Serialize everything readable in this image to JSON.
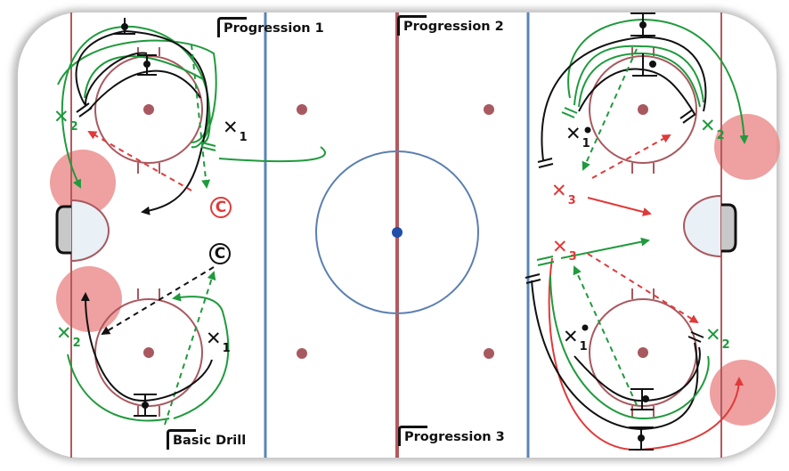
{
  "rink": {
    "colors": {
      "boards": "#d4d4d4",
      "red_line": "#b25a5f",
      "blue_line": "#5b85b5",
      "faceoff": "#a8595f",
      "center_circle": "#5b7fb0",
      "center_dot": "#1f4fa8",
      "crease": "#e9f0f6",
      "net": "#c8c8c8",
      "hot_zone": "#ec8f8f",
      "green": "#1f9a3c",
      "black": "#111111",
      "red": "#e03a3a"
    }
  },
  "labels": {
    "progression_1": "Progression 1",
    "progression_2": "Progression 2",
    "progression_3": "Progression 3",
    "basic_drill": "Basic Drill"
  },
  "players": {
    "p1_x1": {
      "symbol": "✕",
      "sub": "1",
      "color": "black"
    },
    "p1_x2": {
      "symbol": "✕",
      "sub": "2",
      "color": "green"
    },
    "p1_coach": {
      "symbol": "C",
      "color": "red"
    },
    "bd_x1": {
      "symbol": "✕",
      "sub": "1",
      "color": "black"
    },
    "bd_x2": {
      "symbol": "✕",
      "sub": "2",
      "color": "green"
    },
    "bd_coach": {
      "symbol": "C",
      "color": "black"
    },
    "p2_x1": {
      "symbol": "✕",
      "sub": "1",
      "color": "black"
    },
    "p2_x2": {
      "symbol": "✕",
      "sub": "2",
      "color": "green"
    },
    "p2_x3": {
      "symbol": "✕",
      "sub": "3",
      "color": "red"
    },
    "p3_x1": {
      "symbol": "✕",
      "sub": "1",
      "color": "black"
    },
    "p3_x2": {
      "symbol": "✕",
      "sub": "2",
      "color": "green"
    },
    "p3_x3": {
      "symbol": "✕",
      "sub": "3",
      "color": "red"
    }
  }
}
